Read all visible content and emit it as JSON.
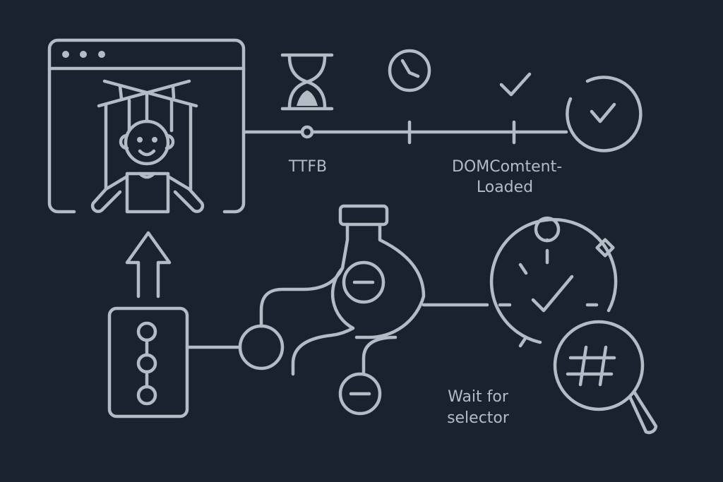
{
  "labels": {
    "ttfb": "TTFB",
    "dom_line1": "DOMComtent-",
    "dom_line2": "Loaded",
    "wait_line1": "Wait for",
    "wait_line2": "selector"
  },
  "colors": {
    "background": "#1a2230",
    "stroke": "#b3bbc5"
  }
}
